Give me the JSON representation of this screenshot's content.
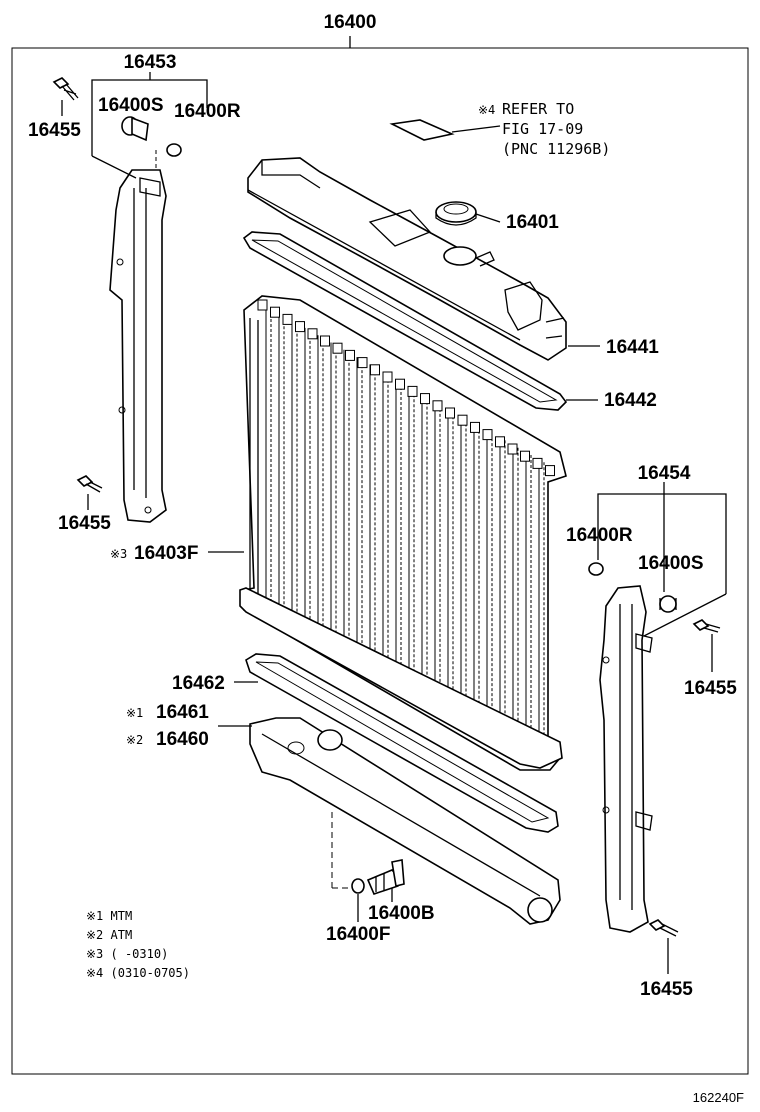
{
  "labels": {
    "assembly": "16400",
    "bracket_left_kit": "16453",
    "seal_s_left": "16400S",
    "seal_r_left": "16400R",
    "bolt_left_top": "16455",
    "bolt_left_bottom": "16455",
    "cap": "16401",
    "upper_tank": "16441",
    "upper_gasket": "16442",
    "core": "16403F",
    "bracket_right_kit": "16454",
    "seal_r_right": "16400R",
    "seal_s_right": "16400S",
    "bolt_right_mid": "16455",
    "bolt_right_bottom": "16455",
    "lower_gasket": "16462",
    "lower_tank_mtm": "16461",
    "lower_tank_atm": "16460",
    "drain_cock": "16400B",
    "drain_plug_ring": "16400F"
  },
  "marks": {
    "core": "※3",
    "lower_tank_mtm": "※1",
    "lower_tank_atm": "※2"
  },
  "refer_note": {
    "mark": "※4",
    "line1": "REFER TO",
    "line2": "FIG 17-09",
    "line3": "(PNC 11296B)"
  },
  "legend": [
    "※1 MTM",
    "※2 ATM",
    "※3 (     -0310)",
    "※4 (0310-0705)"
  ],
  "figure_code": "162240F"
}
